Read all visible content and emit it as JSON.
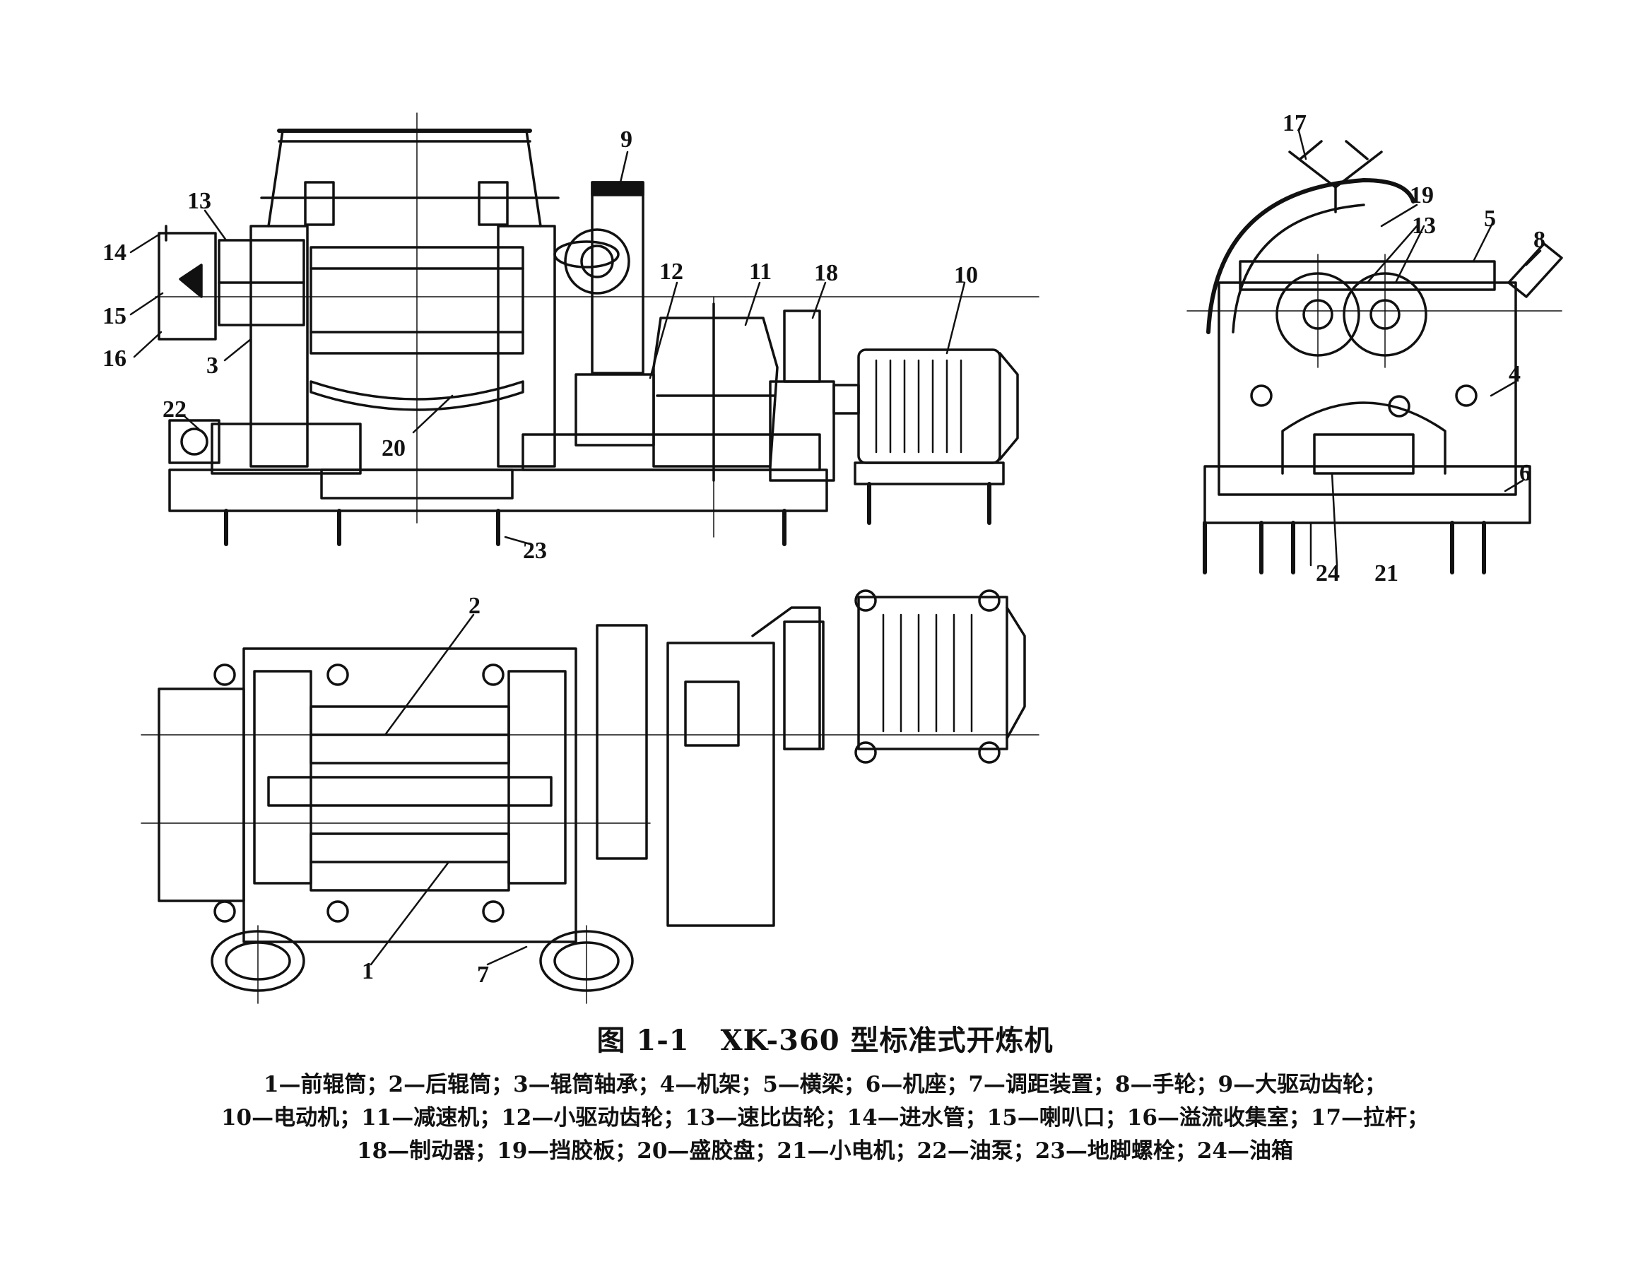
{
  "figure": {
    "number": "图 1-1",
    "title": "XK-360 型标准式开炼机"
  },
  "legend_lines": [
    "1—前辊筒；2—后辊筒；3—辊筒轴承；4—机架；5—横梁；6—机座；7—调距装置；8—手轮；9—大驱动齿轮；",
    "10—电动机；11—减速机；12—小驱动齿轮；13—速比齿轮；14—进水管；15—喇叭口；16—溢流收集室；17—拉杆；",
    "18—制动器；19—挡胶板；20—盛胶盘；21—小电机；22—油泵；23—地脚螺栓；24—油箱"
  ],
  "callouts": {
    "c1": "1",
    "c2": "2",
    "c3": "3",
    "c4": "4",
    "c5": "5",
    "c6": "6",
    "c7": "7",
    "c8": "8",
    "c9": "9",
    "c10": "10",
    "c11": "11",
    "c12": "12",
    "c13a": "13",
    "c13b": "13",
    "c14": "14",
    "c15": "15",
    "c16": "16",
    "c17": "17",
    "c18": "18",
    "c19": "19",
    "c20": "20",
    "c21": "21",
    "c22": "22",
    "c23": "23",
    "c24": "24"
  }
}
